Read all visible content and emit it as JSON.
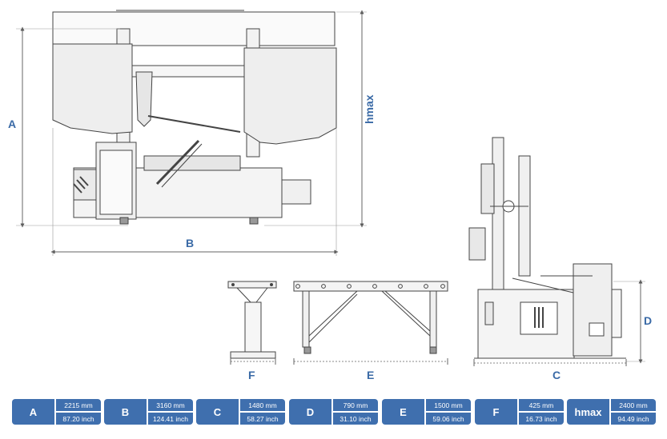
{
  "dimension_labels": {
    "A": "A",
    "B": "B",
    "C": "C",
    "D": "D",
    "E": "E",
    "F": "F",
    "hmax": "hmax"
  },
  "specs": [
    {
      "key": "A",
      "mm": "2215 mm",
      "inch": "87.20 inch"
    },
    {
      "key": "B",
      "mm": "3160 mm",
      "inch": "124.41 inch"
    },
    {
      "key": "C",
      "mm": "1480 mm",
      "inch": "58.27 inch"
    },
    {
      "key": "D",
      "mm": "790 mm",
      "inch": "31.10 inch"
    },
    {
      "key": "E",
      "mm": "1500 mm",
      "inch": "59.06 inch"
    },
    {
      "key": "F",
      "mm": "425 mm",
      "inch": "16.73 inch"
    },
    {
      "key": "hmax",
      "mm": "2400 mm",
      "inch": "94.49 inch"
    }
  ],
  "colors": {
    "accent": "#3f6fae",
    "line": "#444444",
    "fill": "#eeeeee"
  }
}
